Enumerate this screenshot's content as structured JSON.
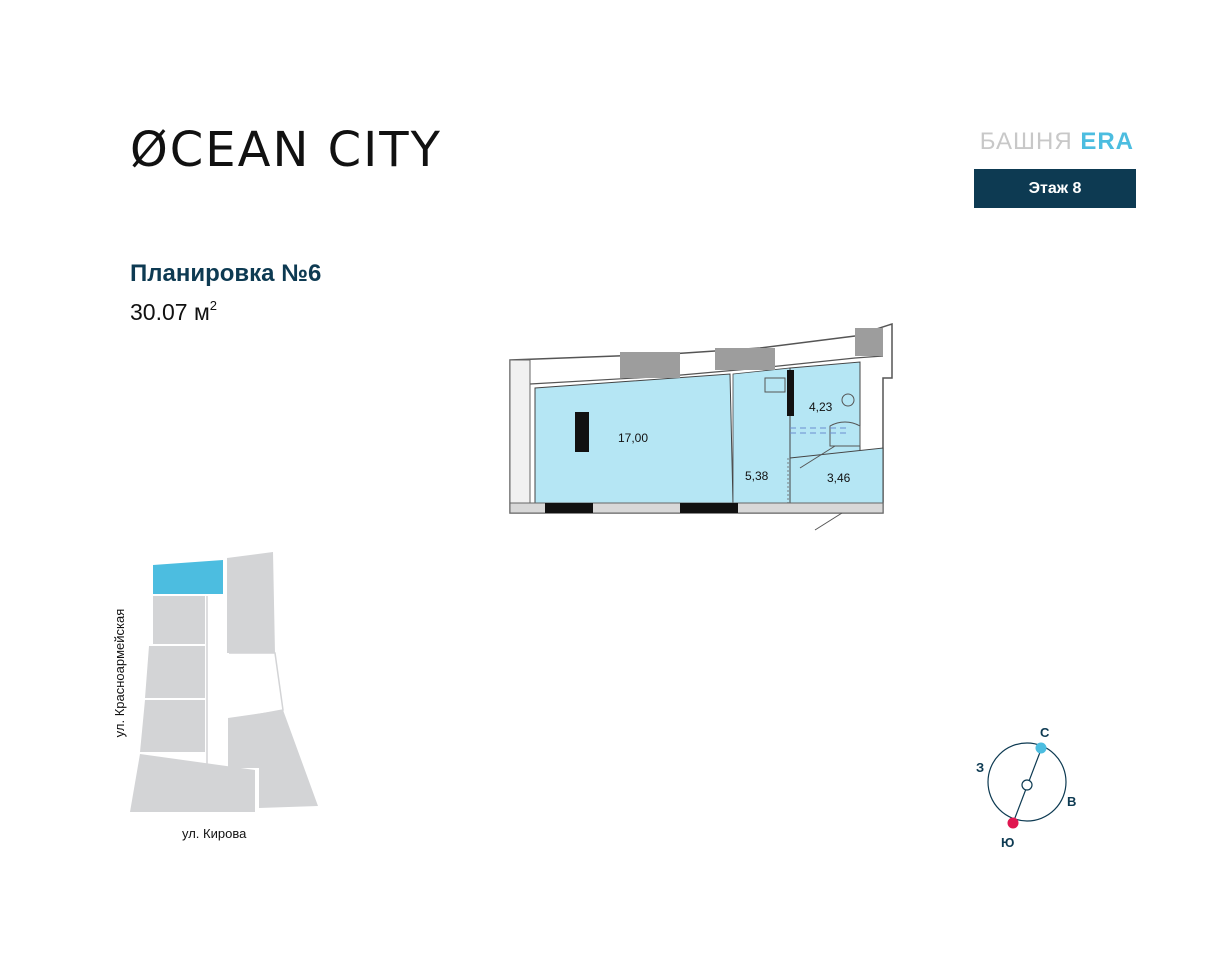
{
  "header": {
    "logo": "ØCEAN CITY",
    "tower_prefix": "БАШНЯ",
    "tower_name": "ERA",
    "floor": "Этаж 8"
  },
  "plan": {
    "title": "Планировка №6",
    "area_value": "30.07 м",
    "area_sup": "2",
    "rooms": [
      {
        "label": "17,00"
      },
      {
        "label": "4,23"
      },
      {
        "label": "5,38"
      },
      {
        "label": "3,46"
      }
    ]
  },
  "site_map": {
    "street_left": "ул. Красноармейская",
    "street_bottom": "ул. Кирова"
  },
  "compass": {
    "north": "С",
    "west": "З",
    "east": "В",
    "south": "Ю"
  },
  "colors": {
    "primary": "#0d3a52",
    "accent": "#4cbde0",
    "room_fill": "#b5e6f4",
    "building_gray": "#d3d4d6",
    "south_marker": "#e0164f"
  }
}
